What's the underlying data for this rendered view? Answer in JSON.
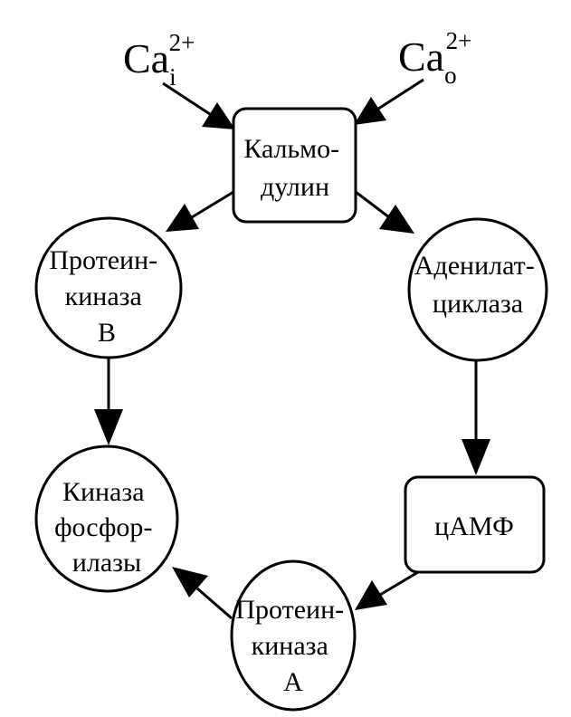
{
  "ca_inside": {
    "base": "Ca",
    "sub": "i",
    "sup": "2+"
  },
  "ca_outside": {
    "base": "Ca",
    "sub": "o",
    "sup": "2+"
  },
  "nodes": {
    "calmodulin": {
      "shape": "rounded-rect",
      "lines": [
        "Кальмо-",
        "дулин"
      ]
    },
    "protein_kinase_b": {
      "shape": "ellipse",
      "lines": [
        "Протеин-",
        "киназа",
        "В"
      ]
    },
    "adenylate_cyclase": {
      "shape": "ellipse",
      "lines": [
        "Аденилат-",
        "циклаза"
      ]
    },
    "phosphorylase_kinase": {
      "shape": "ellipse",
      "lines": [
        "Киназа",
        "фосфор-",
        "илазы"
      ]
    },
    "camp": {
      "shape": "rounded-rect",
      "lines": [
        "цАМФ"
      ]
    },
    "protein_kinase_a": {
      "shape": "ellipse",
      "lines": [
        "Протеин-",
        "киназа",
        "А"
      ]
    }
  },
  "edges": [
    {
      "from": "ca_inside",
      "to": "calmodulin"
    },
    {
      "from": "ca_outside",
      "to": "calmodulin"
    },
    {
      "from": "calmodulin",
      "to": "protein_kinase_b"
    },
    {
      "from": "calmodulin",
      "to": "adenylate_cyclase"
    },
    {
      "from": "protein_kinase_b",
      "to": "phosphorylase_kinase"
    },
    {
      "from": "adenylate_cyclase",
      "to": "camp"
    },
    {
      "from": "camp",
      "to": "protein_kinase_a"
    },
    {
      "from": "protein_kinase_a",
      "to": "phosphorylase_kinase"
    }
  ],
  "colors": {
    "stroke": "#000000",
    "fill": "#ffffff"
  }
}
